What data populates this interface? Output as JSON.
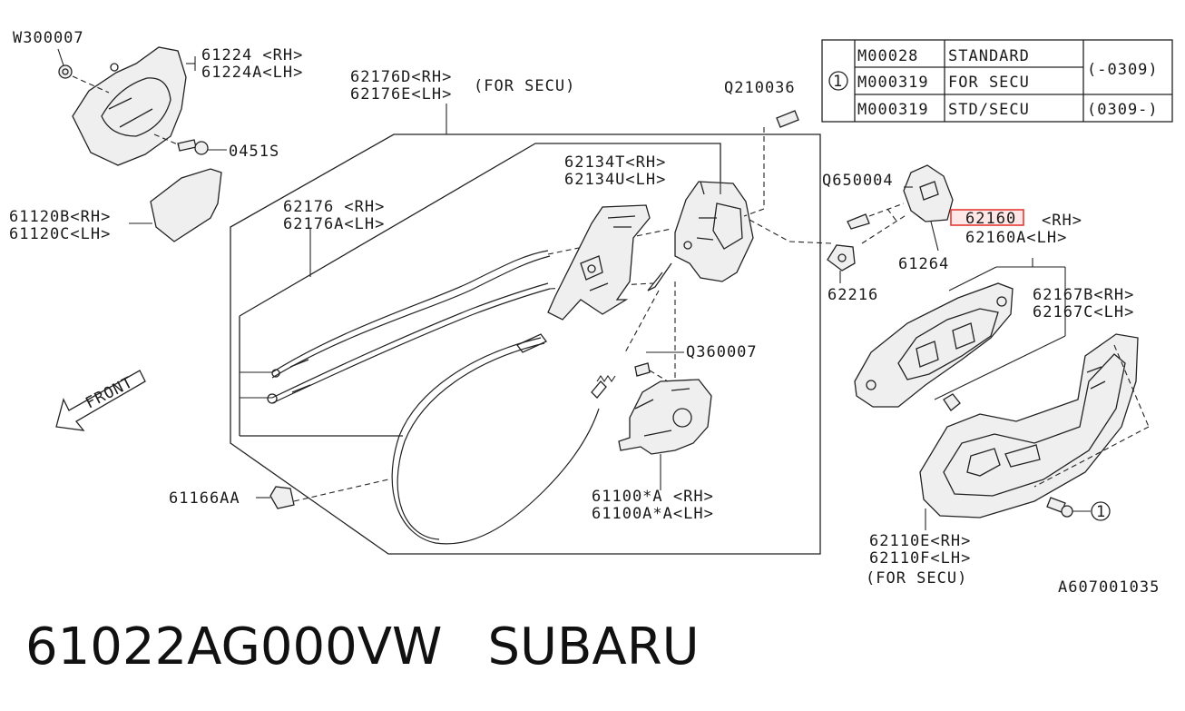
{
  "part_number": "61022AG000VW",
  "brand": "SUBARU",
  "drawing_id": "A607001035",
  "front_label": "FRONT",
  "circle_ref": "1",
  "table": {
    "rows": [
      {
        "code": "M00028",
        "desc": "STANDARD"
      },
      {
        "code": "M000319",
        "desc": "FOR SECU"
      },
      {
        "code": "M000319",
        "desc": "STD/SECU"
      }
    ],
    "range_1": "(-0309)",
    "range_2": "(0309-)"
  },
  "labels": {
    "w300007": "W300007",
    "p61224": "61224 <RH>",
    "p61224a": "61224A<LH>",
    "p0451s": "0451S",
    "p61120b": "61120B<RH>",
    "p61120c": "61120C<LH>",
    "p62176d": "62176D<RH>",
    "p62176e": "62176E<LH>",
    "for_secu_1": "(FOR SECU)",
    "q210036": "Q210036",
    "p62176": "62176 <RH>",
    "p62176a": "62176A<LH>",
    "p62134t": "62134T<RH>",
    "p62134u": "62134U<LH>",
    "q650004": "Q650004",
    "p62160": "62160",
    "p62160_rh": "<RH>",
    "p62160a": "62160A<LH>",
    "p61264": "61264",
    "p62216": "62216",
    "p62167b": "62167B<RH>",
    "p62167c": "62167C<LH>",
    "q360007": "Q360007",
    "p61166aa": "61166AA",
    "p61100a": "61100*A <RH>",
    "p61100aa": "61100A*A<LH>",
    "p62110e": "62110E<RH>",
    "p62110f": "62110F<LH>",
    "for_secu_2": "(FOR SECU)"
  },
  "colors": {
    "highlight": "#e53935",
    "highlight_fill": "#fde7e7",
    "line": "#222222"
  }
}
